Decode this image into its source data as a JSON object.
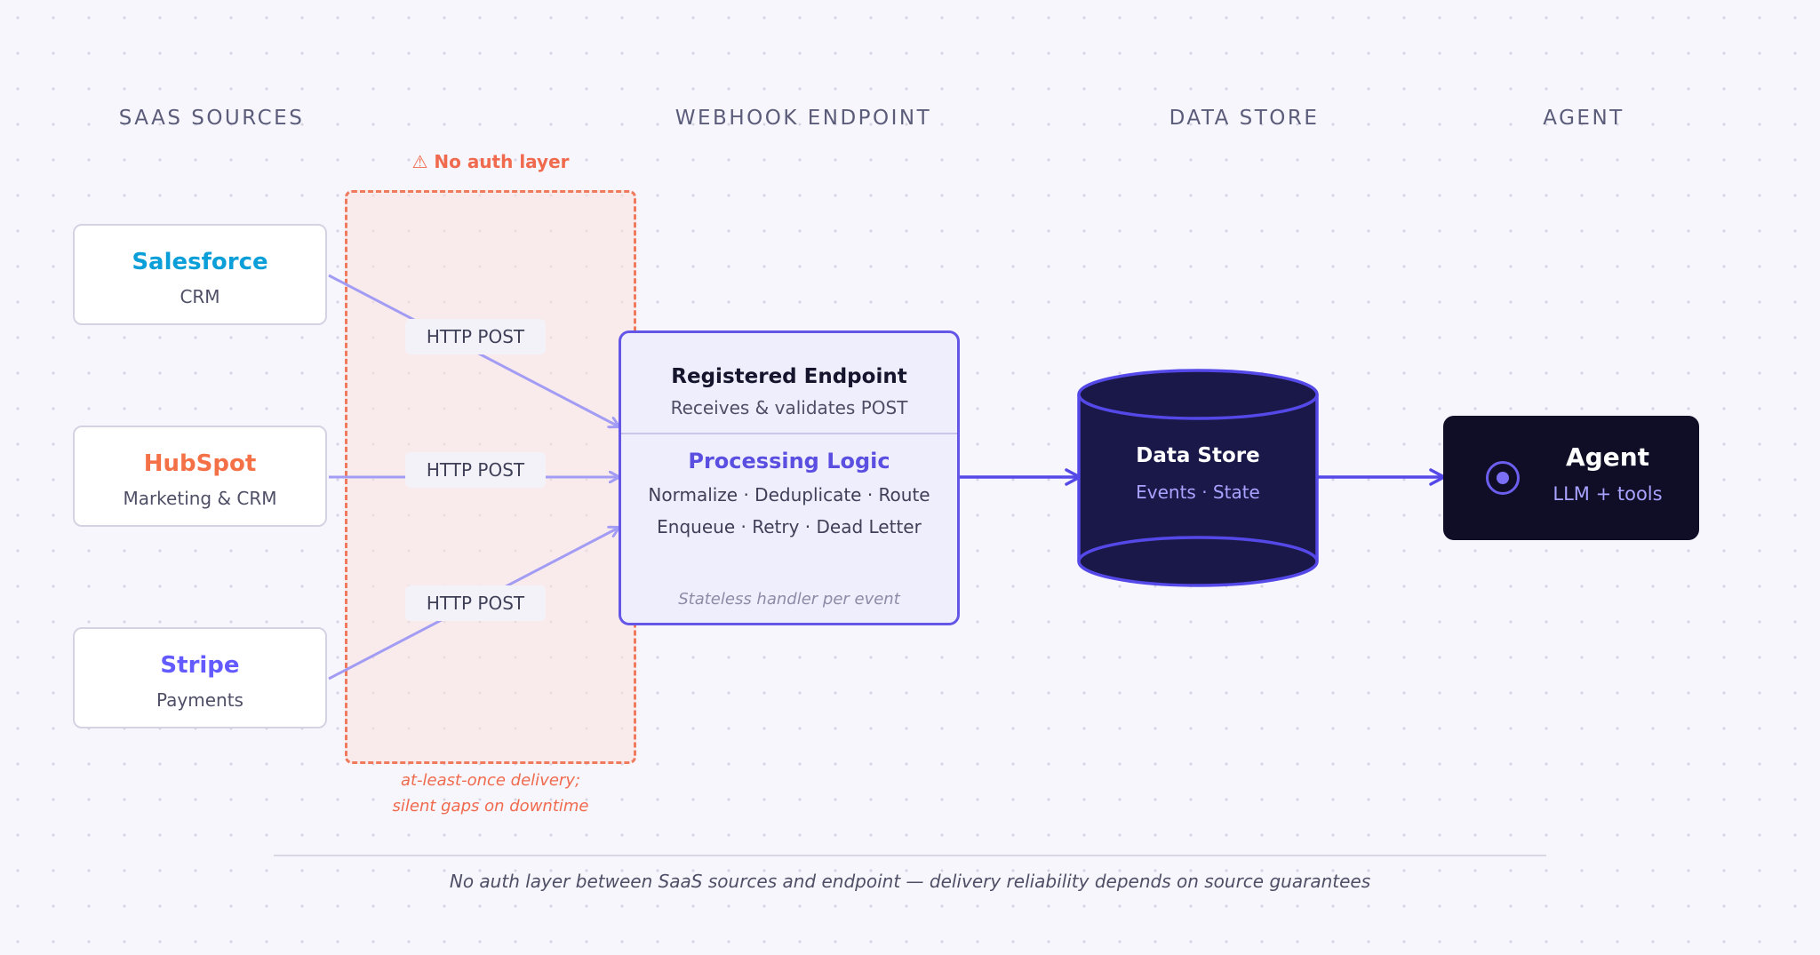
{
  "columns": {
    "sources": "SAAS SOURCES",
    "endpoint": "WEBHOOK ENDPOINT",
    "store": "DATA STORE",
    "agent": "AGENT"
  },
  "auth_zone": {
    "title": "⚠ No auth layer",
    "note_line1": "at-least-once delivery;",
    "note_line2": "silent gaps on downtime",
    "color": "#f06a4e"
  },
  "sources": [
    {
      "name": "Salesforce",
      "sub": "CRM",
      "color": "#0a9fd8"
    },
    {
      "name": "HubSpot",
      "sub": "Marketing & CRM",
      "color": "#f47148"
    },
    {
      "name": "Stripe",
      "sub": "Payments",
      "color": "#635bff"
    }
  ],
  "connections": {
    "label": "HTTP POST"
  },
  "endpoint": {
    "title": "Registered Endpoint",
    "subtitle": "Receives & validates POST",
    "logic_title": "Processing Logic",
    "logic_line1": "Normalize · Deduplicate · Route",
    "logic_line2": "Enqueue · Retry · Dead Letter",
    "footnote": "Stateless handler per event",
    "accent": "#6457e8"
  },
  "data_store": {
    "title": "Data Store",
    "subtitle": "Events · State",
    "fill": "#1a1848"
  },
  "agent": {
    "icon": "target-icon",
    "title": "Agent",
    "subtitle": "LLM + tools",
    "fill": "#0f0e26"
  },
  "footer": "No auth layer between SaaS sources and endpoint — delivery reliability depends on source guarantees"
}
